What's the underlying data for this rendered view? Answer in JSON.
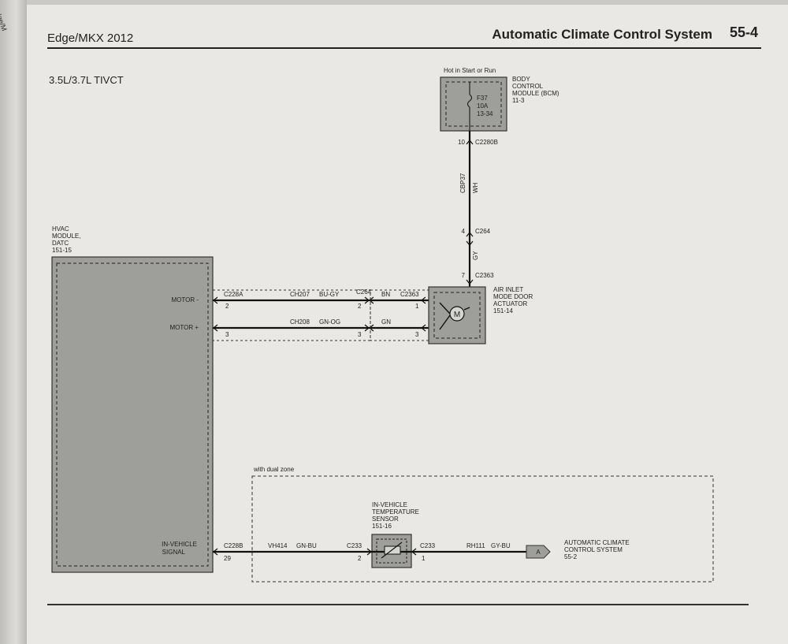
{
  "header": {
    "title": "Edge/MKX 2012",
    "section": "Automatic Climate Control System",
    "page": "55-4"
  },
  "spine_tab": "Edge/M",
  "variant": "3.5L/3.7L TIVCT",
  "hvac": {
    "name_lines": [
      "HVAC",
      "MODULE,",
      "DATC",
      "151-15"
    ],
    "pins": [
      "MOTOR -",
      "MOTOR +"
    ],
    "signal_lines": [
      "IN-VEHICLE",
      "SIGNAL"
    ]
  },
  "bcm": {
    "supply": "Hot in Start or Run",
    "name_lines": [
      "BODY",
      "CONTROL",
      "MODULE (BCM)",
      "11-3"
    ],
    "fuse_lines": [
      "F37",
      "10A",
      "13-34"
    ],
    "pin": "10",
    "connector": "C2280B"
  },
  "circuit_v1": [
    "CBP37",
    "WH"
  ],
  "c264_top": {
    "pin": "4",
    "connector": "C264"
  },
  "circuit_v2": "GY",
  "c2363_top": {
    "pin": "7",
    "connector": "C2363"
  },
  "actuator": {
    "name_lines": [
      "AIR INLET",
      "MODE DOOR",
      "ACTUATOR",
      "151-14"
    ]
  },
  "motor_minus": {
    "left_connector": "C228A",
    "left_pin": "2",
    "circuit": "CH207",
    "color": "BU-GY",
    "mid_connector": "C264",
    "mid_pin": "2",
    "right_color": "BN",
    "right_connector": "C2363",
    "right_pin": "1"
  },
  "motor_plus": {
    "left_pin": "3",
    "circuit": "CH208",
    "color": "GN-OG",
    "mid_pin": "3",
    "right_color": "GN",
    "right_pin": "3"
  },
  "dual_zone": {
    "label": "with dual zone"
  },
  "sensor": {
    "name_lines": [
      "IN-VEHICLE",
      "TEMPERATURE",
      "SENSOR",
      "151-16"
    ]
  },
  "signal_row": {
    "left_connector": "C228B",
    "left_pin": "29",
    "circuit": "VH414",
    "color": "GN-BU",
    "sensor_left_connector": "C233",
    "sensor_left_pin": "2",
    "sensor_right_connector": "C233",
    "sensor_right_pin": "1",
    "out_circuit": "RH111",
    "out_color": "GY-BU",
    "ref_letter": "A",
    "ref_lines": [
      "AUTOMATIC CLIMATE",
      "CONTROL SYSTEM",
      "55-2"
    ]
  }
}
